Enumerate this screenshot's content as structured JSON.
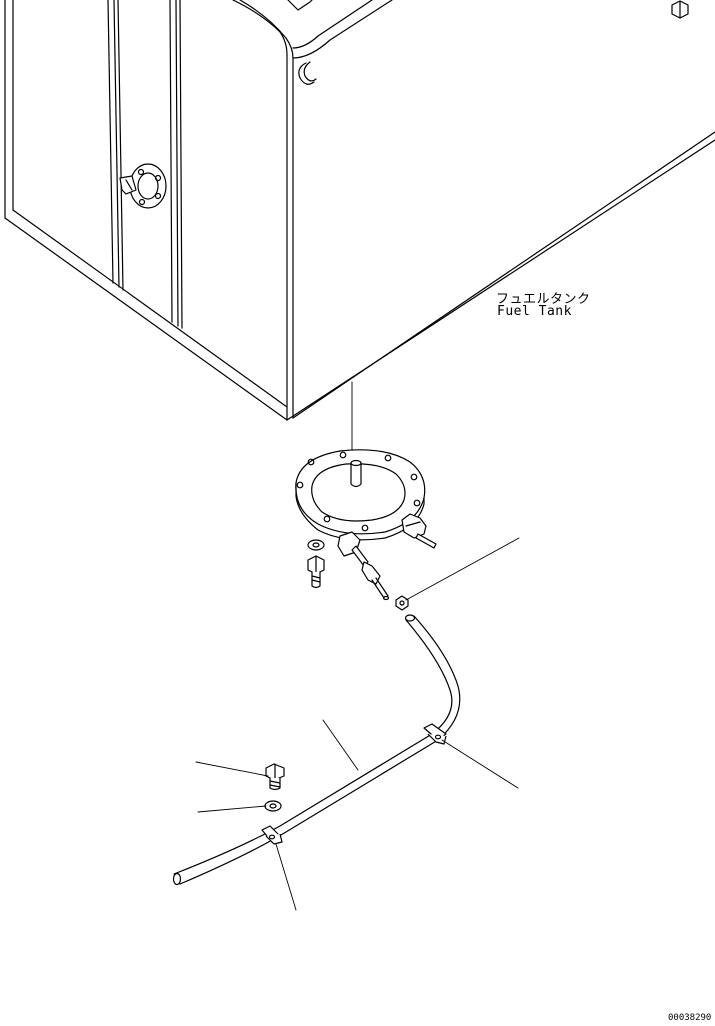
{
  "labels": {
    "fuel_tank_jp": "フュエルタンク",
    "fuel_tank_en": "Fuel Tank"
  },
  "drawing_number": "00038290",
  "colors": {
    "line": "#000000",
    "background": "#ffffff"
  }
}
